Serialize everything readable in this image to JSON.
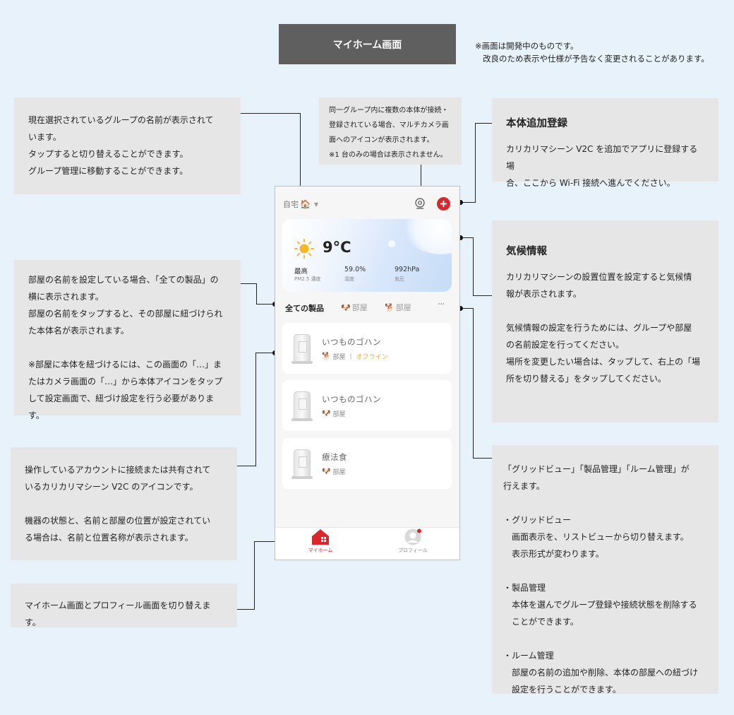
{
  "page_title": "マイホーム画面",
  "notice": {
    "line1": "※画面は開発中のものです。",
    "line2": "改良のため表示や仕様が予告なく変更されることがあります。"
  },
  "notes": {
    "group": "現在選択されているグループの名前が表示されて\nいます。\nタップすると切り替えることができます。\nグループ管理に移動することができます。",
    "multicam": "同一グループ内に複数の本体が接続・\n登録されている場合、マルチカメラ画\n面へのアイコンが表示されます。\n※1 台のみの場合は表示されません。",
    "add_title": "本体追加登録",
    "add_body": "カリカリマシーン V2C を追加でアプリに登録する場\n合、ここから Wi-Fi 接続へ進んでください。",
    "weather_title": "気候情報",
    "weather_body": "カリカリマシーンの設置位置を設定すると気候情\n報が表示されます。\n\n気候情報の設定を行うためには、グループや部屋\nの名前設定を行ってください。\n場所を変更したい場合は、タップして、右上の「場\n所を切り替える」をタップしてください。",
    "room": "部屋の名前を設定している場合、「全ての製品」の\n横に表示されます。\n部屋の名前をタップすると、その部屋に紐づけられ\nた本体名が表示されます。\n\n※部屋に本体を紐づけるには、この画面の「…」ま\nたはカメラ画面の「…」から本体アイコンをタップ\nして設定画面で、紐づけ設定を行う必要があります。",
    "device": "操作しているアカウントに接続または共有されて\nいるカリカリマシーン V2C のアイコンです。\n\n機器の状態と、名前と部屋の位置が設定されてい\nる場合は、名前と位置名称が表示されます。",
    "tabbar": "マイホーム画面とプロフィール画面を切り替えます。",
    "menu": "「グリッドビュー」「製品管理」「ルーム管理」が\n行えます。\n\n・グリッドビュー\n　画面表示を、リストビューから切り替えます。\n　表示形式が変わります。\n\n・製品管理\n　本体を選んでグループ登録や接続状態を削除する\n　ことができます。\n\n・ルーム管理\n　部屋の名前の追加や削除、本体の部屋への紐づけ\n　設定を行うことができます。"
  },
  "phone": {
    "group_name": "自宅",
    "weather": {
      "temp": "9°C",
      "m1_label": "最高",
      "m1_sub": "PM2.5 濃度",
      "m2_value": "59.0%",
      "m2_sub": "湿度",
      "m3_value": "992hPa",
      "m3_sub": "気圧"
    },
    "tabs": [
      "全ての製品",
      "部屋",
      "部屋"
    ],
    "more": "···",
    "devices": [
      {
        "name": "いつものゴハン",
        "room": "部屋",
        "status": "オフライン"
      },
      {
        "name": "いつものゴハン",
        "room": "部屋",
        "status": ""
      },
      {
        "name": "療法食",
        "room": "部屋",
        "status": ""
      }
    ],
    "nav": {
      "home": "マイホーム",
      "profile": "プロフィール"
    }
  },
  "colors": {
    "accent": "#d8282e",
    "offline": "#f0a72b",
    "title_bg": "#5f5f5f"
  }
}
